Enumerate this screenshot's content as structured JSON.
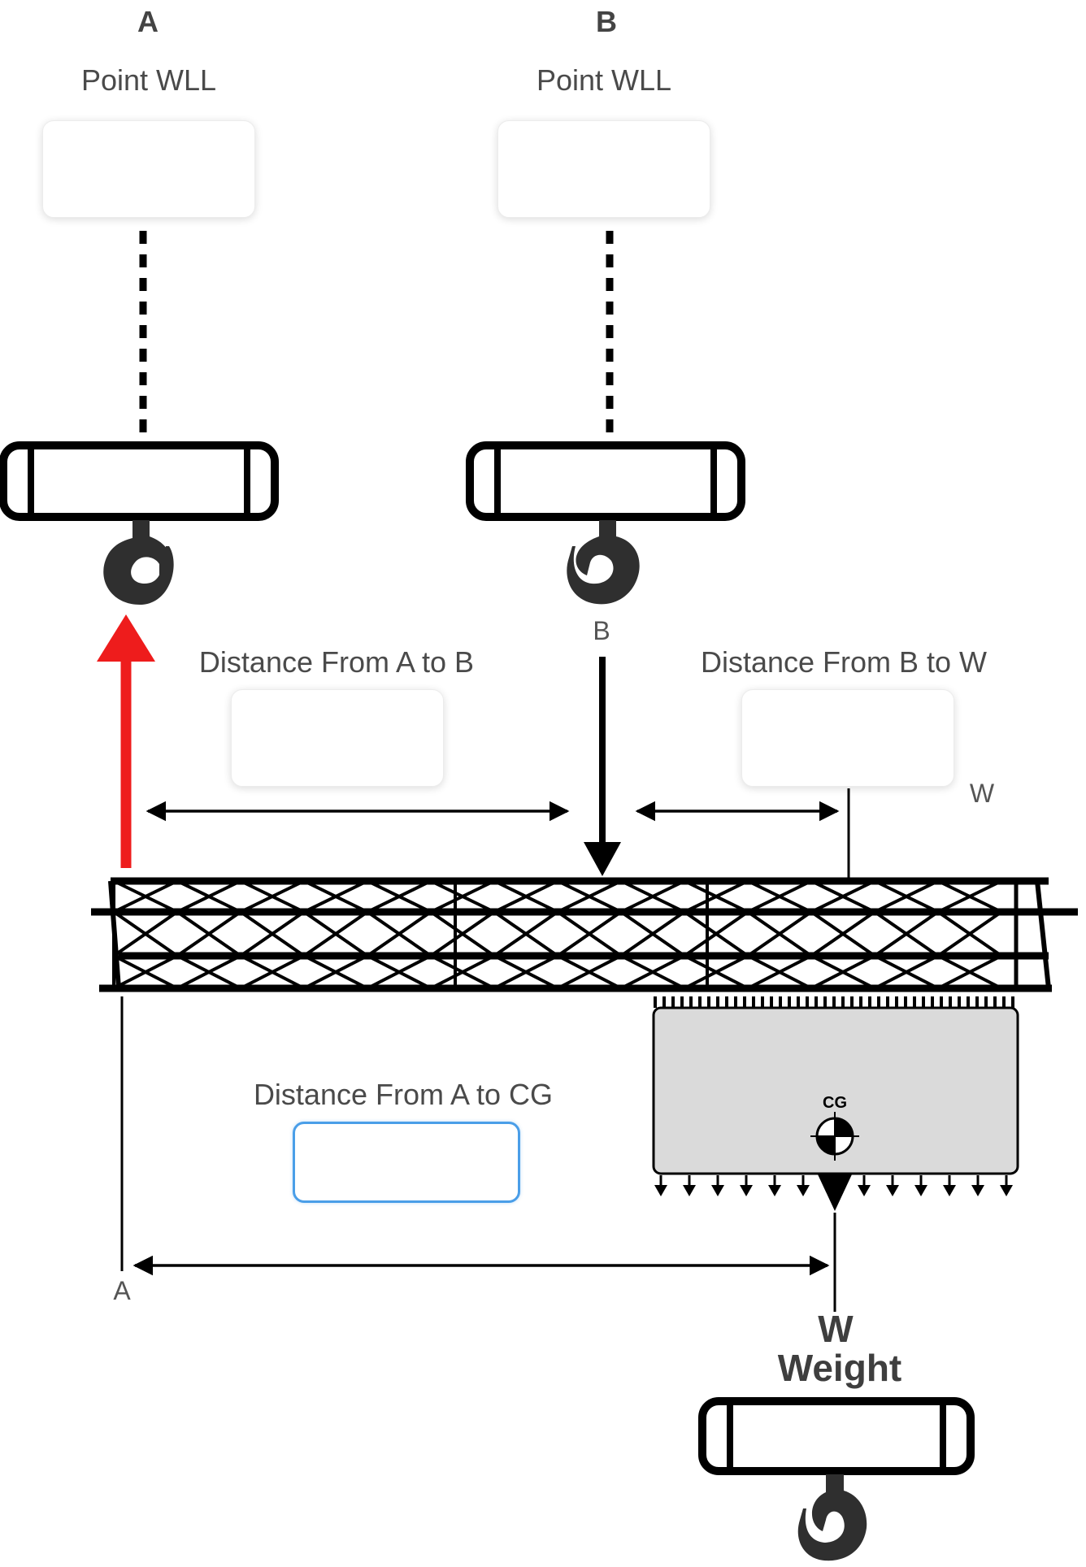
{
  "point_a": {
    "letter": "A",
    "label": "Point WLL",
    "value": ""
  },
  "point_b": {
    "letter": "B",
    "label": "Point WLL",
    "value": ""
  },
  "distance_a_to_b": {
    "label": "Distance From A to B",
    "value": ""
  },
  "distance_b_to_w": {
    "label": "Distance From B to W",
    "value": ""
  },
  "distance_a_to_cg": {
    "label": "Distance From A to CG",
    "value": ""
  },
  "markers": {
    "b": "B",
    "w_right": "W",
    "a_bottom": "A",
    "w_bottom": "W",
    "cg": "CG"
  },
  "weight": {
    "label": "Weight"
  },
  "colors": {
    "reaction_arrow": "#ee1c1c",
    "focus_border": "#4a9ee8",
    "load_fill": "#dadada",
    "hook": "#2f2f2f"
  }
}
